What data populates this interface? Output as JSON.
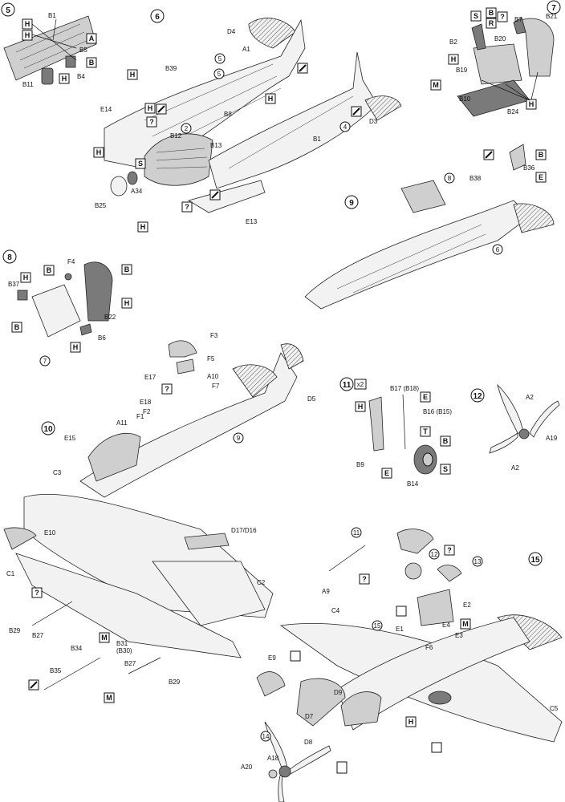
{
  "steps": [
    "5",
    "6",
    "7",
    "8",
    "9",
    "8",
    "10",
    "11",
    "12",
    "15",
    "11",
    "12",
    "13",
    "14",
    "15",
    "2",
    "4",
    "5",
    "5",
    "6",
    "7",
    "9"
  ],
  "step11_qty": "x2",
  "symbols": {
    "H": "H",
    "A": "A",
    "B": "B",
    "S": "S",
    "R": "R",
    "M": "M",
    "E": "E",
    "T": "T",
    "Q": "?"
  },
  "labels": {
    "B1": "B1",
    "B5": "B5",
    "B4": "B4",
    "B11": "B11",
    "D4": "D4",
    "A1": "A1",
    "B39": "B39",
    "E14": "E14",
    "B8": "B8",
    "B12": "B12",
    "B13": "B13",
    "A34": "A34",
    "B25": "B25",
    "D3": "D3",
    "E13": "E13",
    "B7": "B7",
    "B21": "B21",
    "B2": "B2",
    "B20": "B20",
    "B19": "B19",
    "B10": "B10",
    "B24": "B24",
    "B38": "B38",
    "B36": "B36",
    "F4": "F4",
    "B37": "B37",
    "B22": "B22",
    "B6": "B6",
    "F3": "F3",
    "F5": "F5",
    "E17": "E17",
    "A10": "A10",
    "F7": "F7",
    "E18": "E18",
    "F2": "F2",
    "F1": "F1",
    "A11": "A11",
    "E15": "E15",
    "D5": "D5",
    "B17": "B17 (B18)",
    "B16": "B16 (B15)",
    "B9": "B9",
    "B14": "B14",
    "A2a": "A2",
    "A19": "A19",
    "A2b": "A2",
    "C3": "C3",
    "E10": "E10",
    "D17": "D17/D16",
    "C1": "C1",
    "C2": "C2",
    "B29a": "B29",
    "B27a": "B27",
    "B34": "B34",
    "B31": "B31",
    "B30": "(B30)",
    "B35": "B35",
    "B27b": "B27",
    "B29b": "B29",
    "E9": "E9",
    "A9": "A9",
    "C4": "C4",
    "E2": "E2",
    "E1": "E1",
    "E4": "E4",
    "E3": "E3",
    "F6": "F6",
    "D9": "D9",
    "D7": "D7",
    "D8": "D8",
    "C5": "C5",
    "A18": "A18",
    "A20": "A20"
  }
}
